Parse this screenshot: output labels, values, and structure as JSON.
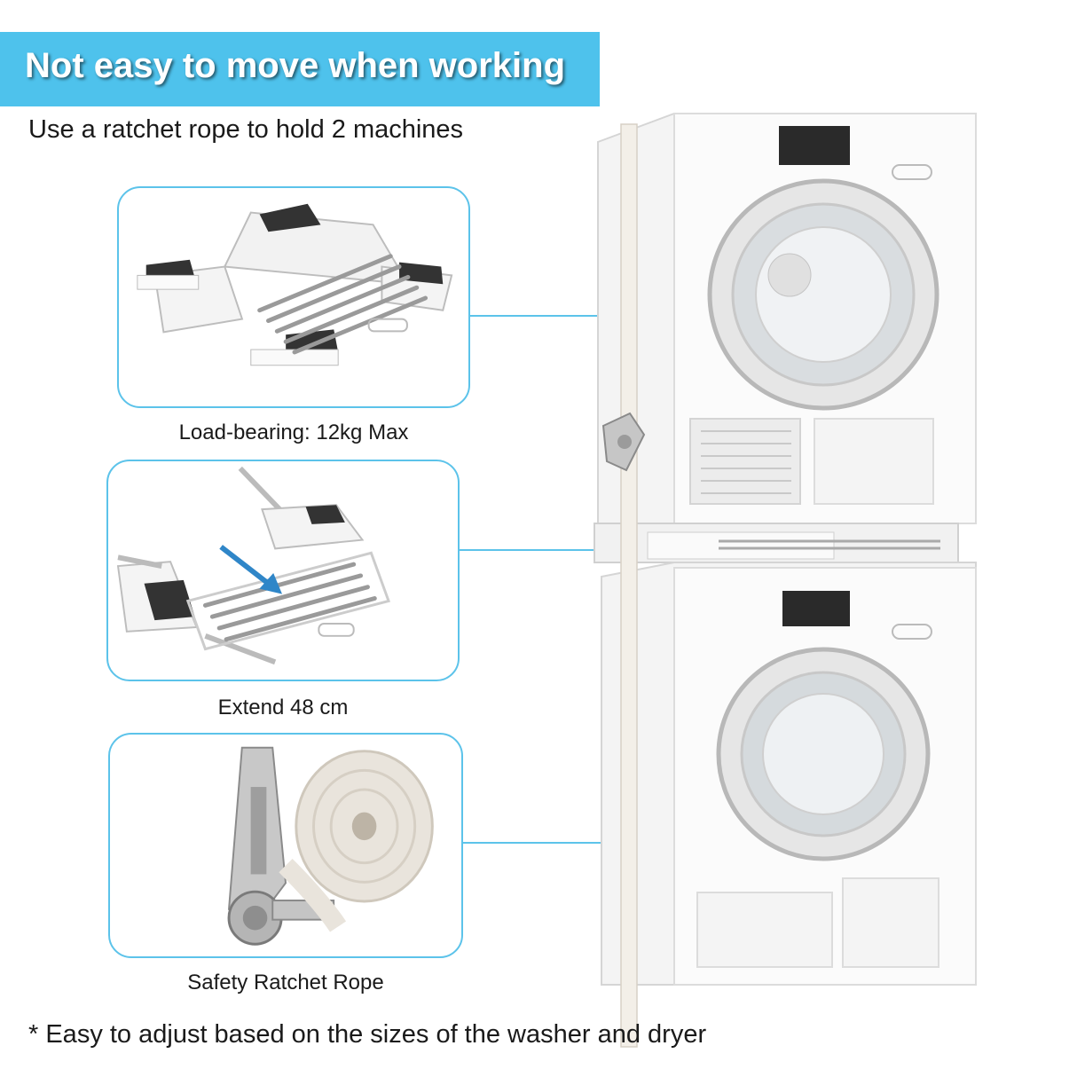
{
  "banner": {
    "title": "Not easy to move when working"
  },
  "subtitle": "Use a ratchet rope to hold 2 machines",
  "features": [
    {
      "caption": "Load-bearing: 12kg Max"
    },
    {
      "caption": "Extend 48 cm"
    },
    {
      "caption": "Safety Ratchet Rope"
    }
  ],
  "footnote": "* Easy to adjust based on the sizes of the washer and dryer",
  "colors": {
    "banner": "#4ec2ec",
    "card_border": "#5cc3ea",
    "arrow": "#2f86c8"
  }
}
